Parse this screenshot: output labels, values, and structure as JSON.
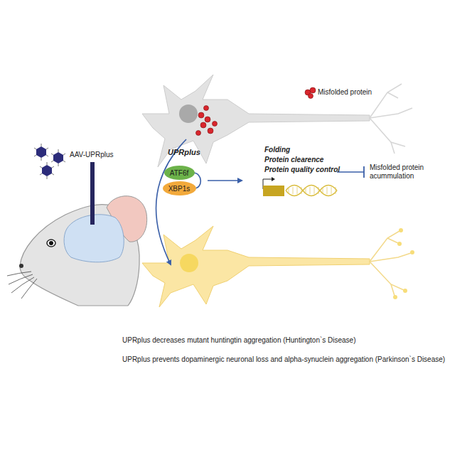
{
  "diagram": {
    "nodes": [
      {
        "text": [
          "ATF6f"
        ]
      },
      {
        "text": [
          "XBP1s"
        ]
      }
    ],
    "edges": [
      {
        "from": 0,
        "to": 1,
        "arrow": "none"
      }
    ],
    "labels": [
      "AAV-UPRplus",
      "Misfolded protein",
      "UPRplus",
      "Folding",
      "Protein clearence",
      "Protein quality control",
      "Misfolded protein acummulation",
      "UPRplus decreases mutant huntingtin aggregation (Huntington`s Disease)",
      "UPRplus prevents dopaminergic neuronal loss and alpha-synuclein aggregation (Parkinson`s Disease)"
    ]
  }
}
